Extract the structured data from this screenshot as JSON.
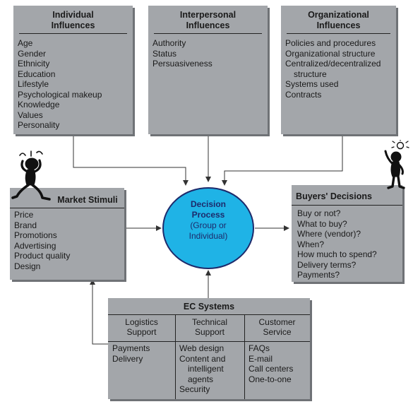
{
  "individual": {
    "title_line1": "Individual",
    "title_line2": "Influences",
    "items": [
      "Age",
      "Gender",
      "Ethnicity",
      "Education",
      "Lifestyle",
      "Psychological makeup",
      "Knowledge",
      "Values",
      "Personality"
    ]
  },
  "interpersonal": {
    "title_line1": "Interpersonal",
    "title_line2": "Influences",
    "items": [
      "Authority",
      "Status",
      "Persuasiveness"
    ]
  },
  "organizational": {
    "title_line1": "Organizational",
    "title_line2": "Influences",
    "items": [
      "Policies and procedures",
      "Organizational structure",
      "Centralized/decentralized structure",
      "Systems used",
      "Contracts"
    ]
  },
  "market_stimuli": {
    "title": "Market Stimuli",
    "items": [
      "Price",
      "Brand",
      "Promotions",
      "Advertising",
      "Product quality",
      "Design"
    ]
  },
  "decision_process": {
    "line1": "Decision",
    "line2": "Process",
    "line3": "(Group or",
    "line4": "Individual)"
  },
  "buyers_decisions": {
    "title": "Buyers' Decisions",
    "items": [
      "Buy or not?",
      "What to buy?",
      "Where (vendor)?",
      "When?",
      "How much to spend?",
      "Delivery terms?",
      "Payments?"
    ]
  },
  "ec_systems": {
    "title": "EC Systems",
    "columns": [
      {
        "head_line1": "Logistics",
        "head_line2": "Support",
        "items": [
          "Payments",
          "Delivery"
        ]
      },
      {
        "head_line1": "Technical",
        "head_line2": "Support",
        "items": [
          "Web design",
          "Content and",
          "intelligent",
          "agents",
          "Security"
        ]
      },
      {
        "head_line1": "Customer",
        "head_line2": "Service",
        "items": [
          "FAQs",
          "E-mail",
          "Call centers",
          "One-to-one"
        ]
      }
    ]
  },
  "colors": {
    "box_fill": "#a3a6aa",
    "box_shadow": "#6f7276",
    "ellipse_fill": "#1fb3e6",
    "ellipse_stroke": "#1d2a6b",
    "ellipse_text": "#1d2a6b",
    "arrow": "#333333"
  },
  "icons": {
    "left_figure": "confused-stick-figure-icon",
    "right_figure": "idea-stick-figure-icon"
  }
}
